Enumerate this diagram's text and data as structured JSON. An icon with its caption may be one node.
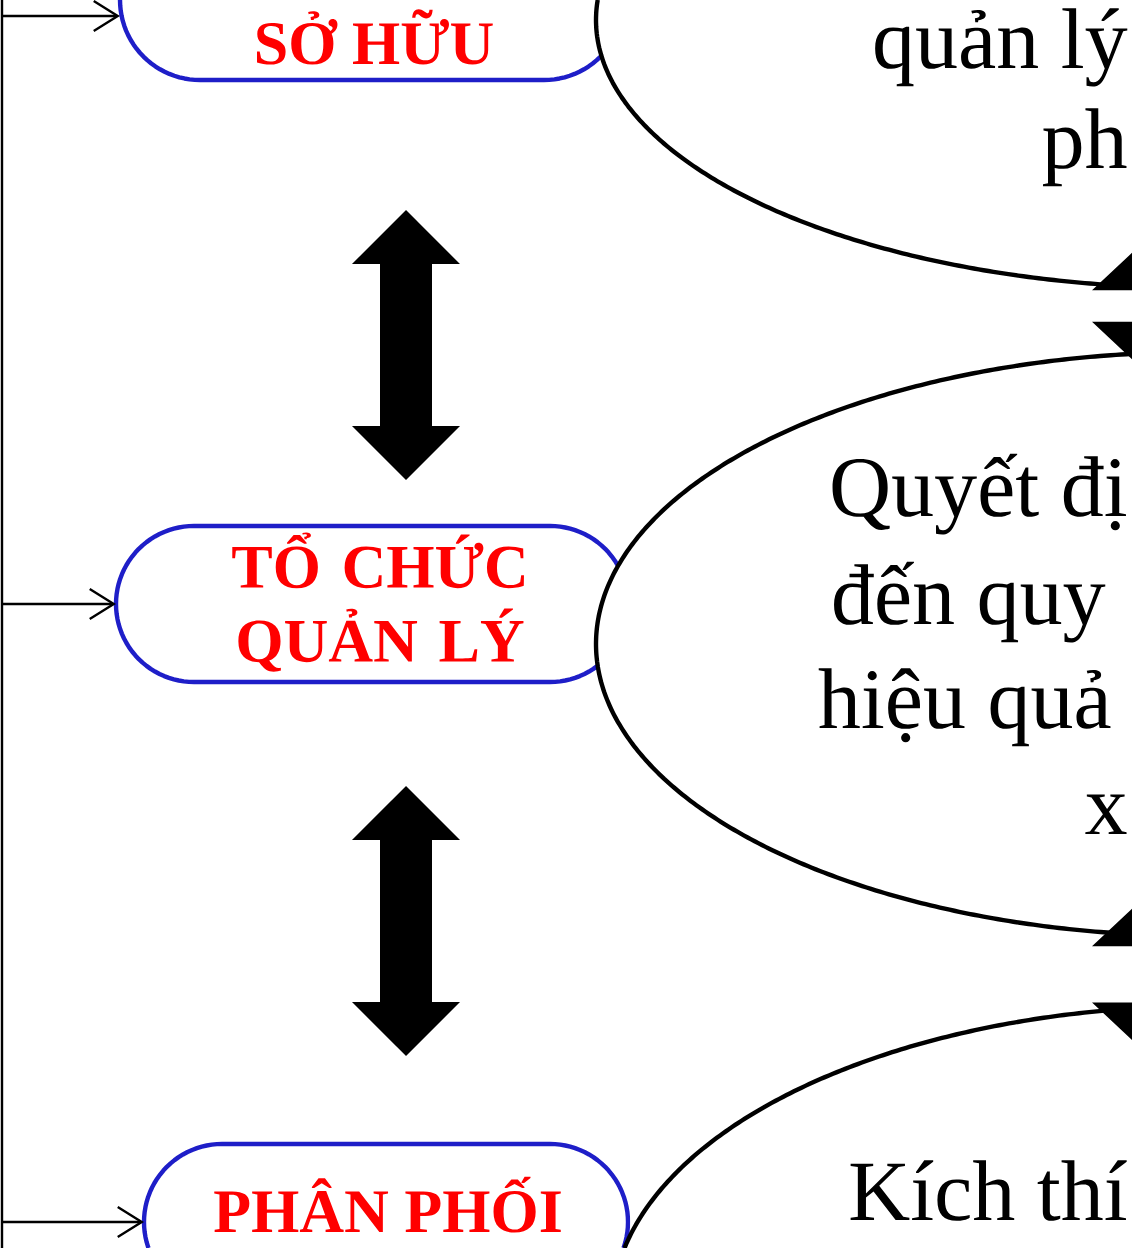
{
  "diagram": {
    "nodes": [
      {
        "text": [
          "SỞ HỮU"
        ]
      },
      {
        "text": [
          "quản lý",
          "ph"
        ]
      },
      {
        "text": [
          "TỔ CHỨC QUẢN LÝ"
        ]
      },
      {
        "text": [
          "Quyết đị",
          "đến quy",
          "hiệu quả",
          "x"
        ]
      },
      {
        "text": [
          "PHÂN PHỐI"
        ]
      },
      {
        "text": [
          "Kích thí"
        ]
      }
    ],
    "edges": [
      {
        "from": null,
        "to": 0,
        "arrow": "to"
      },
      {
        "from": null,
        "to": 2,
        "arrow": "to"
      },
      {
        "from": null,
        "to": 4,
        "arrow": "to"
      },
      {
        "from": 0,
        "to": 2,
        "arrow": "both",
        "style": "thick"
      },
      {
        "from": 2,
        "to": 4,
        "arrow": "both",
        "style": "thick"
      },
      {
        "from": 1,
        "to": 3,
        "arrow": "both",
        "style": "thick"
      },
      {
        "from": 3,
        "to": 5,
        "arrow": "both",
        "style": "thick"
      }
    ]
  }
}
